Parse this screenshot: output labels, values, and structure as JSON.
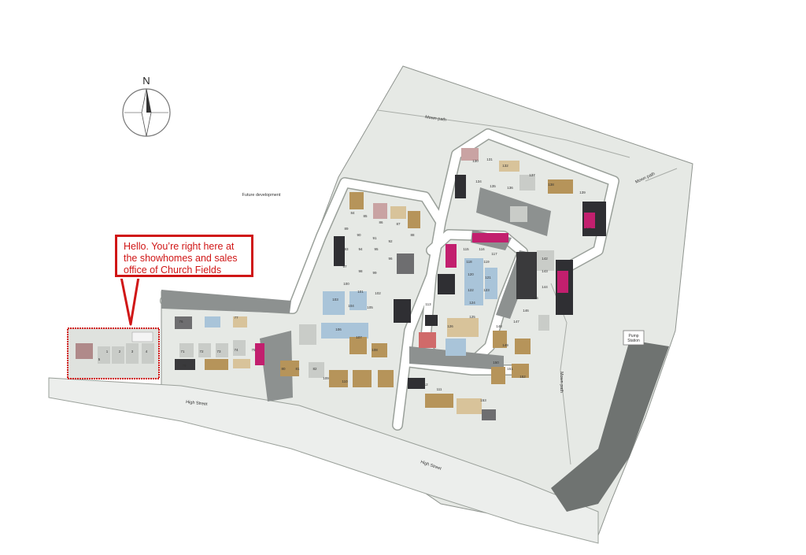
{
  "callout": {
    "lines": [
      "Hello. You’re right here at",
      "the showhomes and sales",
      "office of Church Fields"
    ]
  },
  "compass": {
    "letter": "N"
  },
  "map_labels": {
    "future_development": "Future development",
    "high_street_west": "High Street",
    "high_street_east": "High Street",
    "mown_path_top": "Mown path",
    "mown_path_right": "Mown path",
    "mown_path_east": "Mown path",
    "pump_station": [
      "Pump",
      "Station"
    ]
  },
  "plots": {
    "west": [
      "76",
      "77",
      "71",
      "72",
      "73",
      "74",
      "75",
      "79",
      "80",
      "81",
      "82"
    ],
    "north_cluster": [
      "84",
      "85",
      "86",
      "87",
      "88",
      "89",
      "90",
      "91",
      "92",
      "93",
      "94",
      "95",
      "96",
      "97",
      "98",
      "99",
      "100",
      "101",
      "102",
      "103",
      "104",
      "105",
      "106",
      "107",
      "108",
      "109",
      "110"
    ],
    "center_loop": [
      "115",
      "116",
      "117",
      "118",
      "119",
      "120",
      "121",
      "122",
      "123",
      "124",
      "125",
      "126",
      "127",
      "113",
      "114",
      "112",
      "111"
    ],
    "northeast": [
      "130",
      "131",
      "132",
      "133",
      "134",
      "135",
      "136",
      "137",
      "138",
      "139",
      "140",
      "141"
    ],
    "east": [
      "142",
      "143",
      "144",
      "145",
      "146",
      "147",
      "148",
      "149",
      "150",
      "151",
      "152",
      "153"
    ],
    "showhomes": [
      "1",
      "2",
      "3",
      "4",
      "5"
    ]
  },
  "colors": {
    "grass": "#e6e9e5",
    "road": "#ffffff",
    "road_edge": "#9aa09a",
    "parking": "#8d9190",
    "callout": "#d01616",
    "roof_brown": "#b6945a",
    "roof_pink": "#c21f6e",
    "roof_dark": "#2f2f33",
    "roof_blue": "#a9c4d9"
  }
}
